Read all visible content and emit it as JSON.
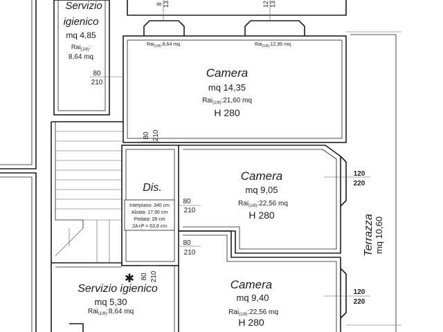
{
  "rooms": {
    "bath_top": {
      "name": "Servizio",
      "name2": "igienico",
      "area": "mq 4,85",
      "rai": "Rai",
      "rai_sub": "(1/8)",
      "rai_suffix": ":",
      "rai_value": "8,64 mq"
    },
    "camera_top": {
      "name": "Camera",
      "area": "mq 14,35",
      "rai": "Rai",
      "rai_sub": "(1/8)",
      "rai_value": ":21,60 mq",
      "height": "H 280"
    },
    "dis": {
      "name": "Dis."
    },
    "camera_mid": {
      "name": "Camera",
      "area": "mq 9,05",
      "rai": "Rai",
      "rai_sub": "(1/8)",
      "rai_value": ":22,56 mq",
      "height": "H 280"
    },
    "camera_bottom": {
      "name": "Camera",
      "area": "mq 9,40",
      "rai": "Rai",
      "rai_sub": "(1/8)",
      "rai_value": ":22,56 mq",
      "height": "H 280"
    },
    "bath_bottom": {
      "name": "Servizio igienico",
      "area": "mq 5,30",
      "rai": "Rai",
      "rai_sub": "(1/8)",
      "rai_value": ":8,64 mq"
    },
    "terrace": {
      "name": "Terrazza",
      "area": "mq 10,60"
    }
  },
  "windows": {
    "top_left": {
      "rai": "Rai",
      "rai_sub": "(1/8)",
      "rai_value": ":8,64 mq",
      "dim_top": "8",
      "dim_bottom": "13"
    },
    "top_right": {
      "rai": "Rai",
      "rai_sub": "(1/8)",
      "rai_value": ":12,96 mq",
      "dim_top": "12",
      "dim_bottom": "13"
    }
  },
  "doors": {
    "bath_top": {
      "width": "80",
      "height": "210"
    },
    "camera_top": {
      "width": "80",
      "height": "210"
    },
    "camera_mid": {
      "width": "80",
      "height": "210"
    },
    "camera_bottom": {
      "width": "80",
      "height": "210"
    },
    "bath_bottom": {
      "width": "80",
      "height": "210"
    },
    "terrace_mid": {
      "width": "120",
      "height": "220"
    },
    "terrace_bottom": {
      "width": "120",
      "height": "220"
    }
  },
  "stairs_note": {
    "line1": "Interpiano: 340 cm",
    "line2": "Alzata: 17,90 cm",
    "line3": "Pedata: 28 cm",
    "line4": "2A+P = 63,8 cm"
  },
  "symbols": {
    "asterisk": "✱"
  }
}
